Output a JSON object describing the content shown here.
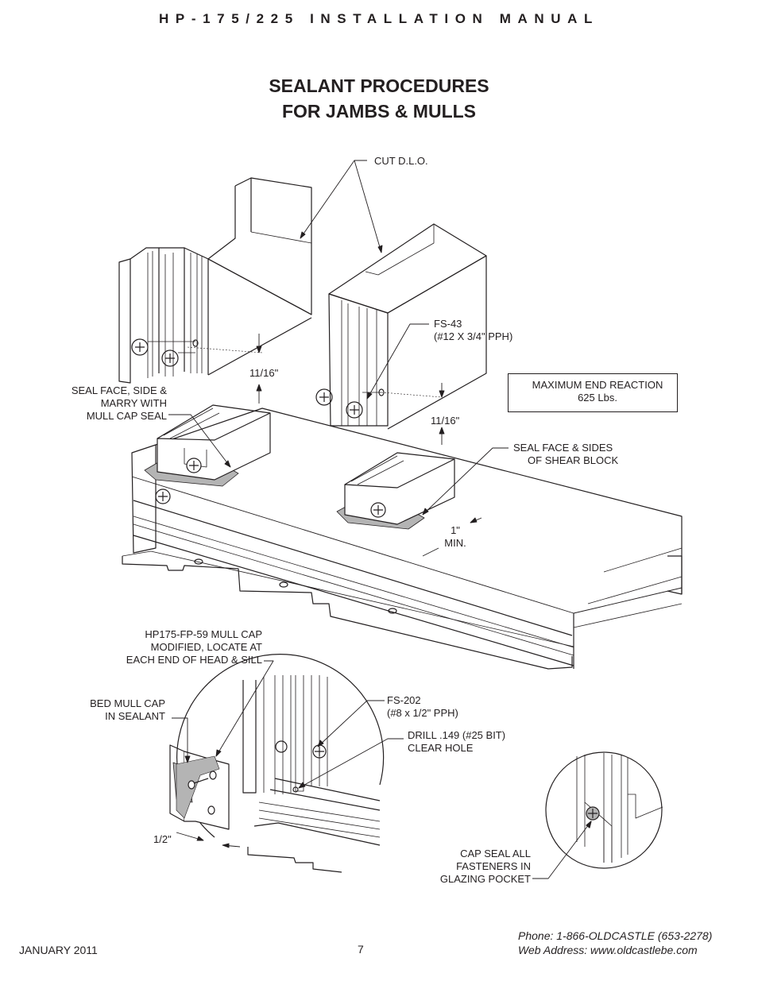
{
  "header": {
    "text": "HP-175/225 INSTALLATION MANUAL"
  },
  "page_title": {
    "line1": "SEALANT PROCEDURES",
    "line2": "FOR JAMBS & MULLS"
  },
  "callouts": {
    "cut_dlo": "CUT D.L.O.",
    "fs43_line1": "FS-43",
    "fs43_line2": "(#12 X 3/4\" PPH)",
    "dim_left": "11/16\"",
    "dim_right": "11/16\"",
    "seal_face_side": "SEAL FACE, SIDE &\nMARRY WITH\nMULL CAP SEAL",
    "max_end_reaction_line1": "MAXIMUM END REACTION",
    "max_end_reaction_line2": "625 Lbs.",
    "seal_shear_block": "SEAL FACE & SIDES\n     OF SHEAR BLOCK",
    "one_inch_min": "1\"\nMIN.",
    "mull_cap": "HP175-FP-59 MULL CAP\nMODIFIED, LOCATE AT\nEACH END OF HEAD & SILL",
    "bed_mull_cap": "BED MULL CAP\nIN SEALANT",
    "fs202_line1": "FS-202",
    "fs202_line2": "(#8 x 1/2\" PPH)",
    "drill_line1": "DRILL .149 (#25 BIT)",
    "drill_line2": "CLEAR HOLE",
    "half_inch": "1/2\"",
    "cap_seal": "CAP SEAL ALL\nFASTENERS IN\nGLAZING POCKET"
  },
  "footer": {
    "date": "JANUARY 2011",
    "page_number": "7",
    "phone": "Phone: 1-866-OLDCASTLE (653-2278)",
    "web": "Web Address: www.oldcastlebe.com"
  },
  "colors": {
    "ink": "#231f20",
    "sealant": "#b4b4b4"
  }
}
